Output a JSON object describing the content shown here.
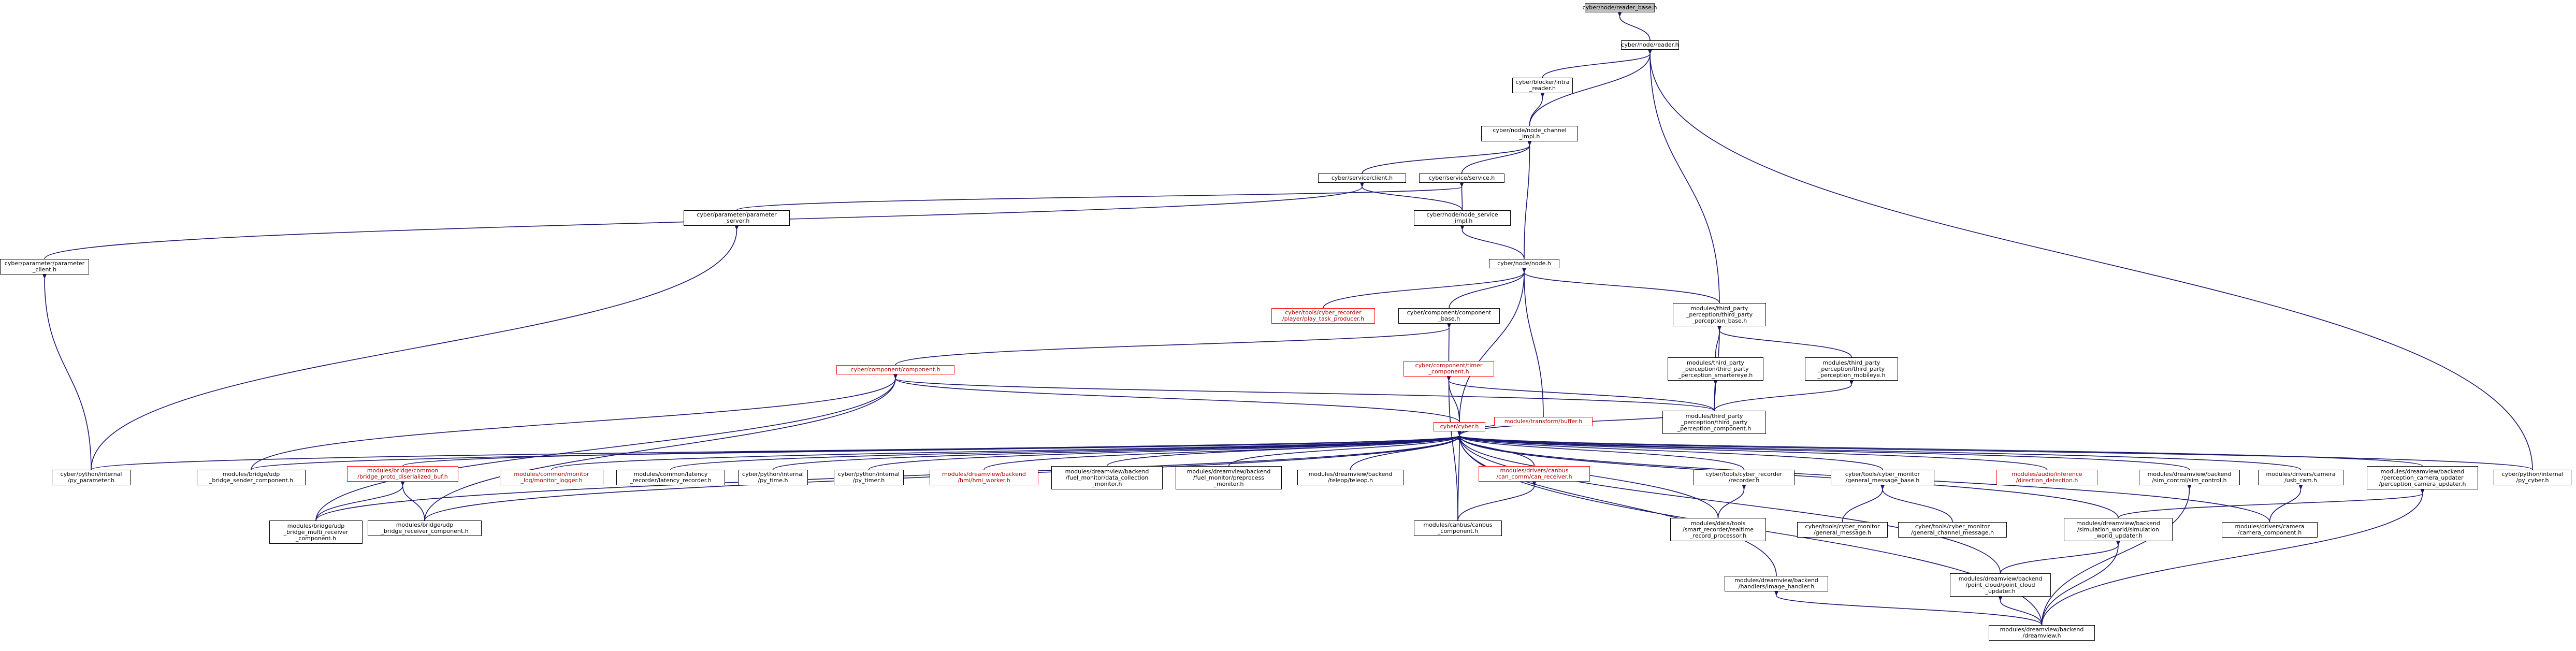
{
  "title": "cyber/node/reader_base.h",
  "colors": {
    "edge": "#191970",
    "normal_border": "#000000",
    "missing_border": "#ff0000",
    "root_fill": "#bfbfbf"
  },
  "nodes": {
    "reader_base": "cyber/node/reader_base.h",
    "reader": "cyber/node/reader.h",
    "intra_reader": "cyber/blocker/intra\n_reader.h",
    "node_channel_impl": "cyber/node/node_channel\n_impl.h",
    "client": "cyber/service/client.h",
    "service": "cyber/service/service.h",
    "parameter_server": "cyber/parameter/parameter\n_server.h",
    "node_service_impl": "cyber/node/node_service\n_impl.h",
    "parameter_client": "cyber/parameter/parameter\n_client.h",
    "node_h": "cyber/node/node.h",
    "play_task_producer": "cyber/tools/cyber_recorder\n/player/play_task_producer.h",
    "component_base": "cyber/component/component\n_base.h",
    "tp_perception_base": "modules/third_party\n_perception/third_party\n_perception_base.h",
    "component_h": "cyber/component/component.h",
    "timer_component": "cyber/component/timer\n_component.h",
    "tp_smartereye": "modules/third_party\n_perception/third_party\n_perception_smartereye.h",
    "tp_mobileye": "modules/third_party\n_perception/third_party\n_perception_mobileye.h",
    "tp_component": "modules/third_party\n_perception/third_party\n_perception_component.h",
    "transform_buffer": "modules/transform/buffer.h",
    "cyber_h": "cyber/cyber.h",
    "py_parameter": "cyber/python/internal\n/py_parameter.h",
    "udp_bridge_sender": "modules/bridge/udp\n_bridge_sender_component.h",
    "bridge_proto_buf": "modules/bridge/common\n/bridge_proto_diserialized_buf.h",
    "monitor_logger": "modules/common/monitor\n_log/monitor_logger.h",
    "latency_recorder": "modules/common/latency\n_recorder/latency_recorder.h",
    "py_time": "cyber/python/internal\n/py_time.h",
    "py_timer": "cyber/python/internal\n/py_timer.h",
    "hmi_worker": "modules/dreamview/backend\n/hmi/hmi_worker.h",
    "data_collection_monitor": "modules/dreamview/backend\n/fuel_monitor/data_collection\n_monitor.h",
    "preprocess_monitor": "modules/dreamview/backend\n/fuel_monitor/preprocess\n_monitor.h",
    "teleop": "modules/dreamview/backend\n/teleop/teleop.h",
    "can_receiver": "modules/drivers/canbus\n/can_comm/can_receiver.h",
    "recorder": "cyber/tools/cyber_recorder\n/recorder.h",
    "general_message_base": "cyber/tools/cyber_monitor\n/general_message_base.h",
    "direction_detection": "modules/audio/inference\n/direction_detection.h",
    "sim_control": "modules/dreamview/backend\n/sim_control/sim_control.h",
    "usb_cam": "modules/drivers/camera\n/usb_cam.h",
    "perception_camera_updater": "modules/dreamview/backend\n/perception_camera_updater\n/perception_camera_updater.h",
    "py_cyber": "cyber/python/internal\n/py_cyber.h",
    "udp_multi_receiver": "modules/bridge/udp\n_bridge_multi_receiver\n_component.h",
    "udp_receiver": "modules/bridge/udp\n_bridge_receiver_component.h",
    "canbus_component": "modules/canbus/canbus\n_component.h",
    "realtime_record_processor": "modules/data/tools\n/smart_recorder/realtime\n_record_processor.h",
    "general_message": "cyber/tools/cyber_monitor\n/general_message.h",
    "general_channel_message": "cyber/tools/cyber_monitor\n/general_channel_message.h",
    "simulation_world_updater": "modules/dreamview/backend\n/simulation_world/simulation\n_world_updater.h",
    "camera_component": "modules/drivers/camera\n/camera_component.h",
    "point_cloud_updater": "modules/dreamview/backend\n/point_cloud/point_cloud\n_updater.h",
    "image_handler": "modules/dreamview/backend\n/handlers/image_handler.h",
    "dreamview": "modules/dreamview/backend\n/dreamview.h"
  }
}
